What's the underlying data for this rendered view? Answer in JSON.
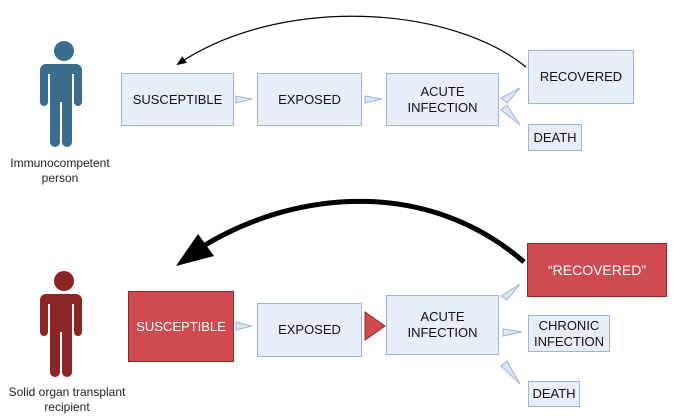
{
  "top_row": {
    "person_label": "Immunocompetent person",
    "susceptible": "SUSCEPTIBLE",
    "exposed": "EXPOSED",
    "acute_infection": "ACUTE INFECTION",
    "recovered": "RECOVERED",
    "death": "DEATH"
  },
  "bottom_row": {
    "person_label": "Solid organ transplant recipient",
    "susceptible": "SUSCEPTIBLE",
    "exposed": "EXPOSED",
    "acute_infection": "ACUTE INFECTION",
    "recovered": "“RECOVERED”",
    "chronic_infection": "CHRONIC INFECTION",
    "death": "DEATH"
  },
  "colors": {
    "healthy_person": "#3d6d8c",
    "transplant_person": "#8c2525",
    "light_box_fill": "#e8eef8",
    "light_box_border": "#9db4d6",
    "highlight_fill": "#cf4b4f"
  },
  "icons": {
    "healthy": "person-icon",
    "transplant": "person-icon",
    "arrow_small": "triangle-arrow-icon",
    "return_arrow": "curved-arrow-icon"
  }
}
